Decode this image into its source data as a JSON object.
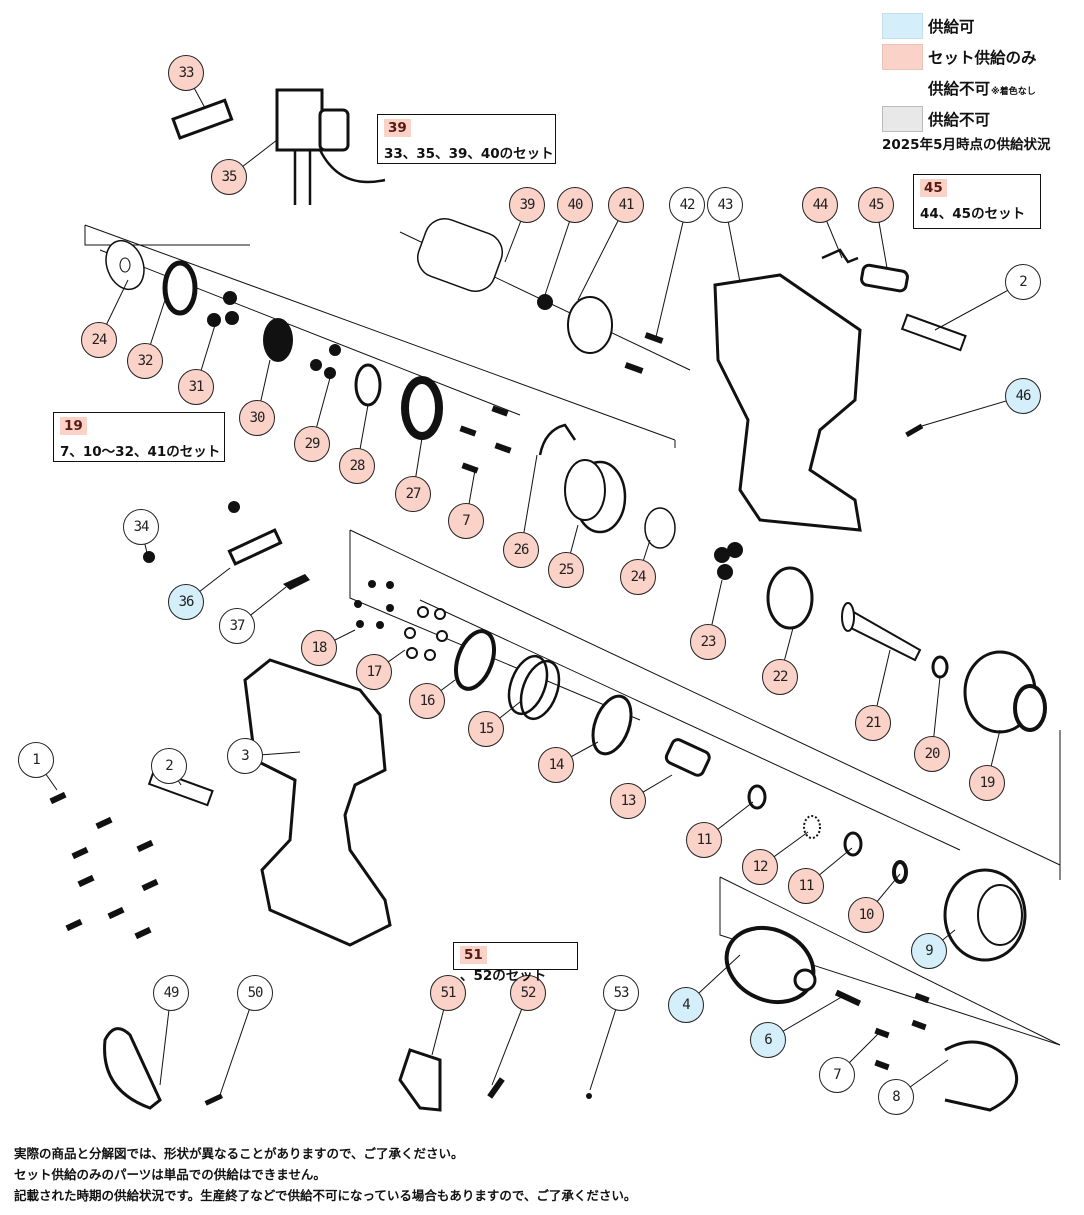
{
  "legend": {
    "items": [
      {
        "label": "供給可",
        "color": "#d4eefa",
        "status": "supply"
      },
      {
        "label": "セット供給のみ",
        "color": "#fad2c8",
        "status": "setonly"
      },
      {
        "label": "供給不可",
        "note": "※着色なし",
        "color": "#ffffff",
        "status": "none"
      },
      {
        "label": "供給不可",
        "color": "#e8e8e8",
        "status": "grey"
      }
    ],
    "as_of": "2025年5月時点の供給状況"
  },
  "sets": [
    {
      "tag": "39",
      "desc": "33、35、39、40のセット"
    },
    {
      "tag": "45",
      "desc": "44、45のセット"
    },
    {
      "tag": "19",
      "desc": "7、10〜32、41のセット"
    },
    {
      "tag": "51",
      "desc": "、52のセット"
    }
  ],
  "parts": [
    {
      "no": "1",
      "status": "none"
    },
    {
      "no": "2",
      "status": "none"
    },
    {
      "no": "2",
      "status": "none"
    },
    {
      "no": "3",
      "status": "none"
    },
    {
      "no": "4",
      "status": "supply"
    },
    {
      "no": "6",
      "status": "supply"
    },
    {
      "no": "7",
      "status": "none"
    },
    {
      "no": "7",
      "status": "setonly"
    },
    {
      "no": "8",
      "status": "none"
    },
    {
      "no": "9",
      "status": "supply"
    },
    {
      "no": "10",
      "status": "setonly"
    },
    {
      "no": "11",
      "status": "setonly"
    },
    {
      "no": "11",
      "status": "setonly"
    },
    {
      "no": "12",
      "status": "setonly"
    },
    {
      "no": "13",
      "status": "setonly"
    },
    {
      "no": "14",
      "status": "setonly"
    },
    {
      "no": "15",
      "status": "setonly"
    },
    {
      "no": "16",
      "status": "setonly"
    },
    {
      "no": "17",
      "status": "setonly"
    },
    {
      "no": "18",
      "status": "setonly"
    },
    {
      "no": "19",
      "status": "setonly"
    },
    {
      "no": "20",
      "status": "setonly"
    },
    {
      "no": "21",
      "status": "setonly"
    },
    {
      "no": "22",
      "status": "setonly"
    },
    {
      "no": "23",
      "status": "setonly"
    },
    {
      "no": "24",
      "status": "setonly"
    },
    {
      "no": "24",
      "status": "setonly"
    },
    {
      "no": "25",
      "status": "setonly"
    },
    {
      "no": "26",
      "status": "setonly"
    },
    {
      "no": "27",
      "status": "setonly"
    },
    {
      "no": "28",
      "status": "setonly"
    },
    {
      "no": "29",
      "status": "setonly"
    },
    {
      "no": "30",
      "status": "setonly"
    },
    {
      "no": "31",
      "status": "setonly"
    },
    {
      "no": "32",
      "status": "setonly"
    },
    {
      "no": "33",
      "status": "setonly"
    },
    {
      "no": "34",
      "status": "none"
    },
    {
      "no": "35",
      "status": "setonly"
    },
    {
      "no": "36",
      "status": "supply"
    },
    {
      "no": "37",
      "status": "none"
    },
    {
      "no": "39",
      "status": "setonly"
    },
    {
      "no": "40",
      "status": "setonly"
    },
    {
      "no": "41",
      "status": "setonly"
    },
    {
      "no": "42",
      "status": "none"
    },
    {
      "no": "43",
      "status": "none"
    },
    {
      "no": "44",
      "status": "setonly"
    },
    {
      "no": "45",
      "status": "setonly"
    },
    {
      "no": "46",
      "status": "supply"
    },
    {
      "no": "49",
      "status": "none"
    },
    {
      "no": "50",
      "status": "none"
    },
    {
      "no": "51",
      "status": "setonly"
    },
    {
      "no": "52",
      "status": "setonly"
    },
    {
      "no": "53",
      "status": "none"
    }
  ],
  "notes": [
    "実際の商品と分解図では、形状が異なることがありますので、ご了承ください。",
    "セット供給のみのパーツは単品での供給はできません。",
    "記載された時期の供給状況です。生産終了などで供給不可になっている場合もありますので、ご了承ください。"
  ]
}
